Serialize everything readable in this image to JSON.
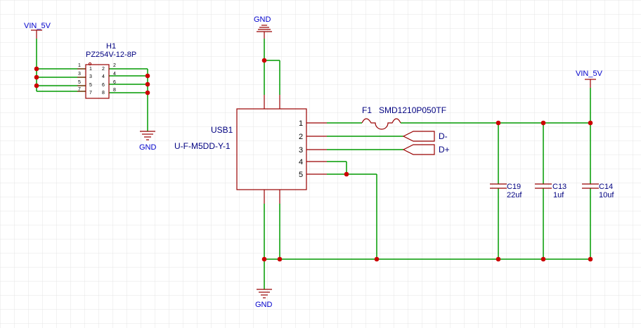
{
  "colors": {
    "background": "#ffffff",
    "grid": "#e4e4e4",
    "wire": "#009a00",
    "component": "#990000",
    "junction": "#cc0000",
    "net_label": "#0000cc",
    "text": "#000080"
  },
  "power_labels": {
    "vin_left": "VIN_5V",
    "vin_right": "VIN_5V",
    "gnd_header": "GND",
    "gnd_top": "GND",
    "gnd_bottom": "GND"
  },
  "header": {
    "designator": "H1",
    "part": "PZ254V-12-8P",
    "pins": [
      "1",
      "2",
      "3",
      "4",
      "5",
      "6",
      "7",
      "8"
    ]
  },
  "usb": {
    "designator": "USB1",
    "part": "U-F-M5DD-Y-1",
    "pins": [
      "1",
      "2",
      "3",
      "4",
      "5"
    ]
  },
  "fuse": {
    "designator": "F1",
    "part": "SMD1210P050TF"
  },
  "signals": {
    "dminus": "D-",
    "dplus": "D+"
  },
  "capacitors": [
    {
      "designator": "C19",
      "value": "22uf"
    },
    {
      "designator": "C13",
      "value": "1uf"
    },
    {
      "designator": "C14",
      "value": "10uf"
    }
  ]
}
